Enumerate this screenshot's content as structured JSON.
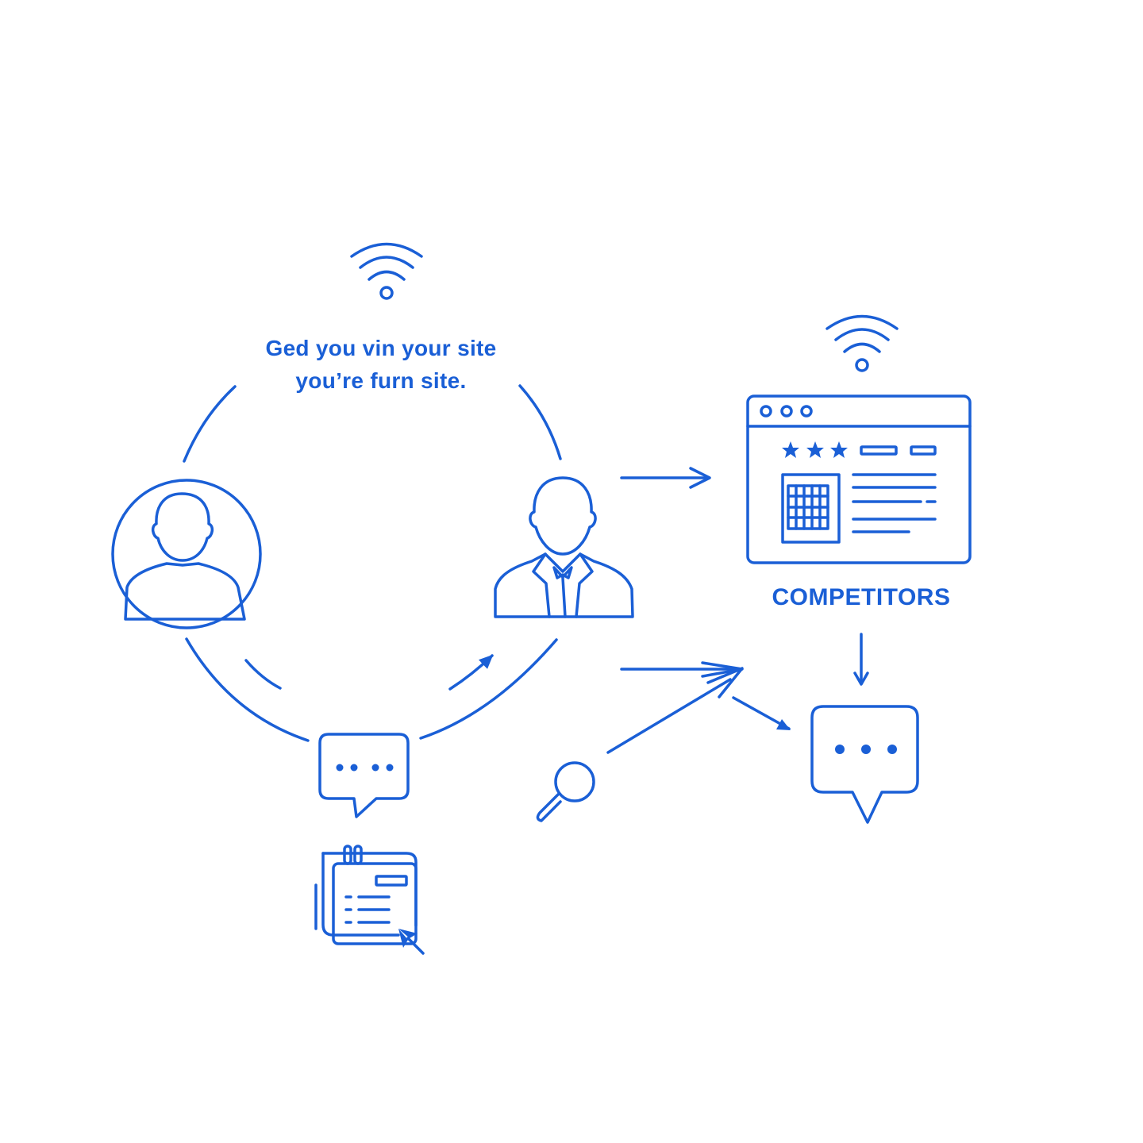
{
  "colors": {
    "accent": "#1a5fd6",
    "background": "#ffffff"
  },
  "caption": {
    "line1": "Ged you vin your site",
    "line2": "you’re furn site."
  },
  "competitors_label": "COMPETITORS",
  "icons": [
    "wifi-icon",
    "user-avatar-icon",
    "businessman-icon",
    "chat-bubble-icon",
    "document-cursor-icon",
    "magnifier-icon",
    "browser-window-icon",
    "star-icon",
    "calendar-grid-icon"
  ]
}
